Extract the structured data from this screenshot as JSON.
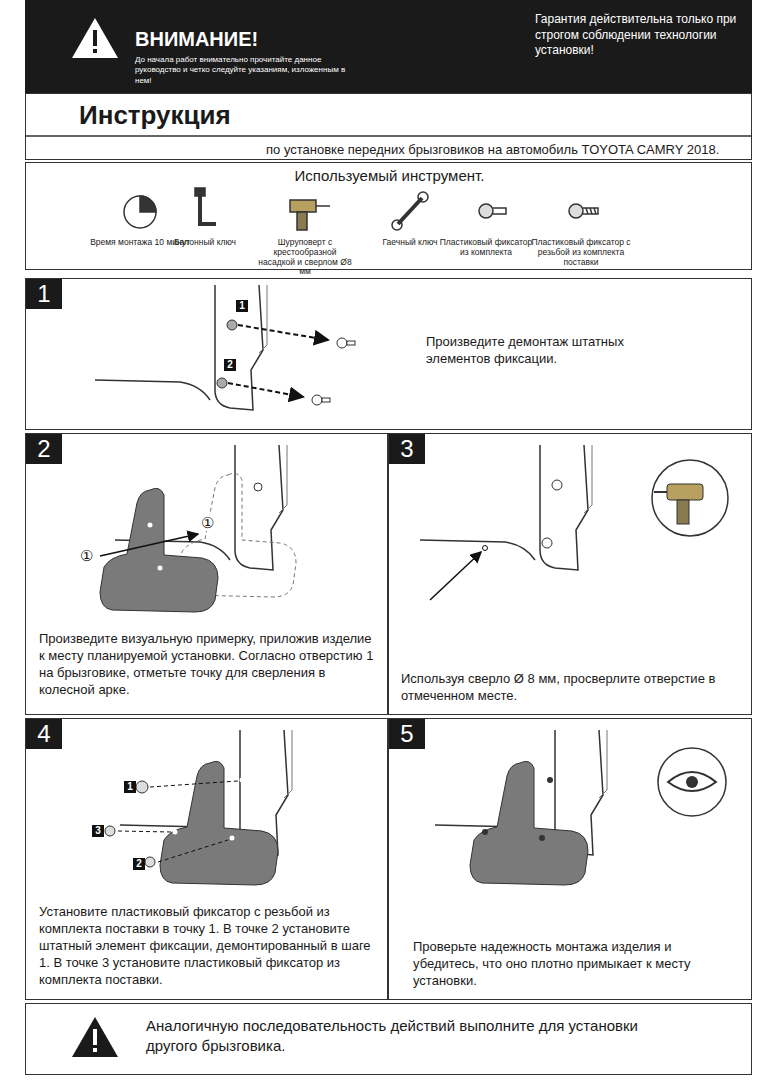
{
  "diagram": {
    "nodes": [
      {
        "text": [
          "ВНИМАНИЕ!",
          "До начала работ внимательно прочитайте данное руководство и четко следуйте указаниям, изложенным в нем!",
          "Гарантия действительна только при строгом соблюдении технологии установки!"
        ]
      },
      {
        "text": [
          "Инструкция",
          "по установке передних брызговиков на автомобиль TOYOTA CAMRY 2018."
        ]
      },
      {
        "text": [
          "Используемый инструмент."
        ]
      },
      {
        "text": [
          "1",
          "Произведите демонтаж штатных элементов фиксации."
        ]
      },
      {
        "text": [
          "2",
          "Произведите визуальную примерку, приложив изделие к месту планируемой установки. Согласно отверстию 1 на брызговике, отметьте точку для сверления в колесной арке."
        ]
      },
      {
        "text": [
          "3",
          "Используя сверло Ø 8 мм, просверлите отверстие в отмеченном месте."
        ]
      },
      {
        "text": [
          "4",
          "Установите пластиковый фиксатор с резьбой из комплекта поставки в точку 1. В точке 2 установите штатный элемент фиксации, демонтированный в шаге 1. В точке 3 установите пластиковый фиксатор из комплекта поставки."
        ]
      },
      {
        "text": [
          "5",
          "Проверьте надежность монтажа изделия и убедитесь, что оно плотно примыкает к месту установки."
        ]
      },
      {
        "text": [
          "Аналогичную последовательность действий выполните для установки другого брызговика."
        ]
      }
    ],
    "labels": [
      "Время монтажа 10 минут",
      "Балонный ключ",
      "Шуруповерт с крестообразной насадкой и сверлом Ø8 мм",
      "Гаечный ключ",
      "Пластиковый фиксатор из комплекта",
      "Пластиковый фиксатор с резьбой из комплекта поставки",
      "1",
      "2",
      "①",
      "①",
      "1",
      "3",
      "2"
    ]
  }
}
